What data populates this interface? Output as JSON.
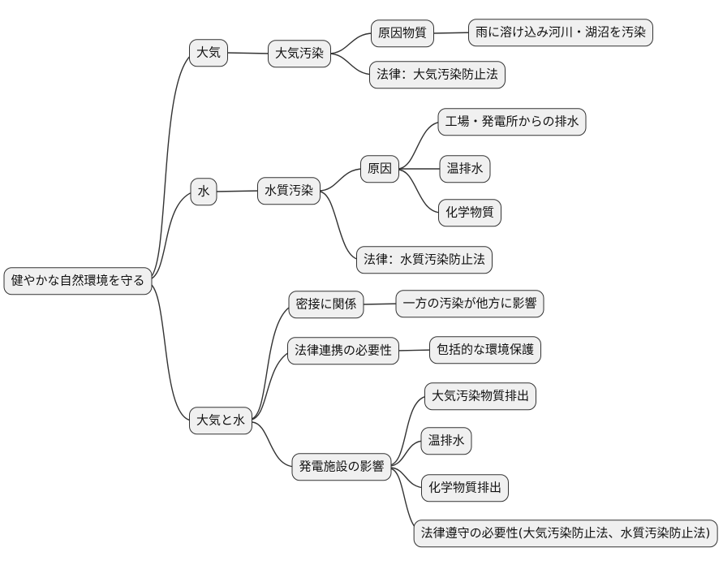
{
  "diagram": {
    "type": "mindmap",
    "colors": {
      "background": "#ffffff",
      "node_fill": "#f0f0f0",
      "node_border": "#333333",
      "edge_stroke": "#333333",
      "text": "#111111"
    },
    "nodes": [
      {
        "id": "root",
        "label": "健やかな自然環境を守る"
      },
      {
        "id": "taiki",
        "label": "大気"
      },
      {
        "id": "taiki-osen",
        "label": "大気汚染"
      },
      {
        "id": "genin-busshitsu",
        "label": "原因物質"
      },
      {
        "id": "ame-osen",
        "label": "雨に溶け込み河川・湖沼を汚染"
      },
      {
        "id": "horitsu-taiki",
        "label": "法律：大気汚染防止法"
      },
      {
        "id": "mizu",
        "label": "水"
      },
      {
        "id": "suishitsu-osen",
        "label": "水質汚染"
      },
      {
        "id": "genin",
        "label": "原因"
      },
      {
        "id": "kojo-haisui",
        "label": "工場・発電所からの排水"
      },
      {
        "id": "on-haisui-1",
        "label": "温排水"
      },
      {
        "id": "kagaku-busshitsu",
        "label": "化学物質"
      },
      {
        "id": "horitsu-suishitsu",
        "label": "法律：水質汚染防止法"
      },
      {
        "id": "missetsu",
        "label": "密接に関係"
      },
      {
        "id": "ippo-eikyo",
        "label": "一方の汚染が他方に影響"
      },
      {
        "id": "horitsu-renkei",
        "label": "法律連携の必要性"
      },
      {
        "id": "hokatsu-hogo",
        "label": "包括的な環境保護"
      },
      {
        "id": "taiki-to-mizu",
        "label": "大気と水"
      },
      {
        "id": "taiki-haishutsu",
        "label": "大気汚染物質排出"
      },
      {
        "id": "on-haisui-2",
        "label": "温排水"
      },
      {
        "id": "hatsuden-eikyo",
        "label": "発電施設の影響"
      },
      {
        "id": "kagaku-haishutsu",
        "label": "化学物質排出"
      },
      {
        "id": "horitsu-junshu",
        "label": "法律遵守の必要性(大気汚染防止法、水質汚染防止法)"
      }
    ],
    "edges": [
      {
        "from": "root",
        "to": "taiki"
      },
      {
        "from": "root",
        "to": "mizu"
      },
      {
        "from": "root",
        "to": "taiki-to-mizu"
      },
      {
        "from": "taiki",
        "to": "taiki-osen"
      },
      {
        "from": "taiki-osen",
        "to": "genin-busshitsu"
      },
      {
        "from": "taiki-osen",
        "to": "horitsu-taiki"
      },
      {
        "from": "genin-busshitsu",
        "to": "ame-osen"
      },
      {
        "from": "mizu",
        "to": "suishitsu-osen"
      },
      {
        "from": "suishitsu-osen",
        "to": "genin"
      },
      {
        "from": "suishitsu-osen",
        "to": "horitsu-suishitsu"
      },
      {
        "from": "genin",
        "to": "kojo-haisui"
      },
      {
        "from": "genin",
        "to": "on-haisui-1"
      },
      {
        "from": "genin",
        "to": "kagaku-busshitsu"
      },
      {
        "from": "taiki-to-mizu",
        "to": "missetsu"
      },
      {
        "from": "taiki-to-mizu",
        "to": "horitsu-renkei"
      },
      {
        "from": "taiki-to-mizu",
        "to": "hatsuden-eikyo"
      },
      {
        "from": "missetsu",
        "to": "ippo-eikyo"
      },
      {
        "from": "horitsu-renkei",
        "to": "hokatsu-hogo"
      },
      {
        "from": "hatsuden-eikyo",
        "to": "taiki-haishutsu"
      },
      {
        "from": "hatsuden-eikyo",
        "to": "on-haisui-2"
      },
      {
        "from": "hatsuden-eikyo",
        "to": "kagaku-haishutsu"
      },
      {
        "from": "hatsuden-eikyo",
        "to": "horitsu-junshu"
      }
    ]
  }
}
